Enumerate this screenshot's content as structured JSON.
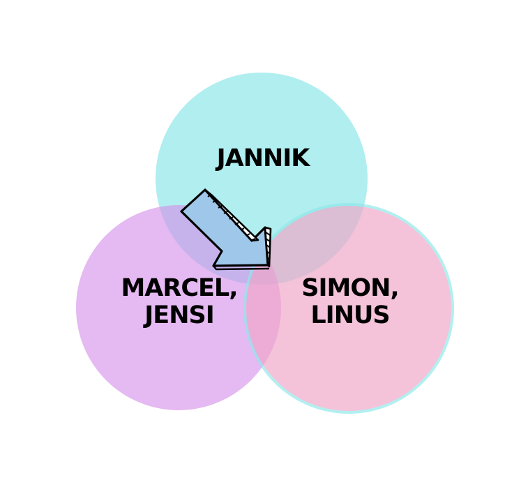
{
  "diagram": {
    "circles": [
      {
        "id": "top",
        "label_lines": [
          "JANNIK"
        ],
        "fill": "#7fe3e6"
      },
      {
        "id": "left",
        "label_lines": [
          "MARCEL,",
          "JENSI"
        ],
        "fill": "#d58ee9"
      },
      {
        "id": "right",
        "label_lines": [
          "SIMON,",
          "LINUS"
        ],
        "fill": "#f0a7c8",
        "stroke": "#8fe8ea"
      }
    ],
    "arrow": {
      "icon": "hand-drawn-arrow-icon",
      "fill": "#9fc7ea",
      "stroke": "#000000"
    }
  }
}
